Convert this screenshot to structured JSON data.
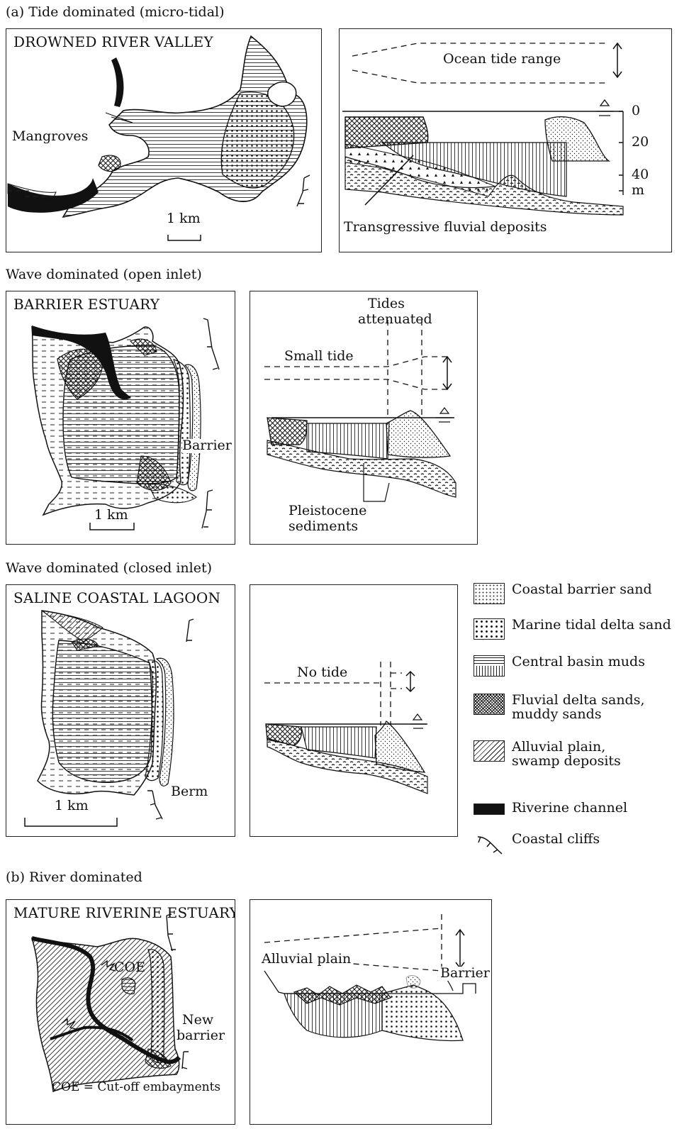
{
  "sections": {
    "tide": "(a) Tide dominated (micro-tidal)",
    "wave_open": "Wave dominated (open inlet)",
    "wave_closed": "Wave dominated (closed inlet)",
    "river": "(b) River dominated"
  },
  "maps": {
    "drowned": {
      "title": "DROWNED RIVER VALLEY",
      "mangroves": "Mangroves",
      "scale": "1 km"
    },
    "barrier": {
      "title": "BARRIER ESTUARY",
      "barrier": "Barrier",
      "scale": "1 km"
    },
    "lagoon": {
      "title": "SALINE COASTAL LAGOON",
      "berm": "Berm",
      "scale": "1 km"
    },
    "riverine": {
      "title": "MATURE RIVERINE ESTUARY",
      "coe": "COE",
      "new_barrier_1": "New",
      "new_barrier_2": "barrier",
      "footnote": "COE = Cut-off embayments"
    }
  },
  "sections_x": {
    "tide": {
      "ocean": "Ocean tide range",
      "depth": [
        "0",
        "20",
        "40",
        "m"
      ],
      "fluvial": "Transgressive fluvial deposits"
    },
    "open": {
      "tides_1": "Tides",
      "tides_2": "attenuated",
      "small": "Small tide",
      "pleist_1": "Pleistocene",
      "pleist_2": "sediments"
    },
    "closed": {
      "no_tide": "No tide"
    },
    "river": {
      "alluvial": "Alluvial plain",
      "barrier": "Barrier"
    }
  },
  "legend": [
    {
      "name": "coastal-barrier-sand",
      "text": "Coastal barrier sand"
    },
    {
      "name": "marine-tidal-delta-sand",
      "text": "Marine tidal delta sand"
    },
    {
      "name": "central-basin-muds",
      "text": "Central basin muds"
    },
    {
      "name": "fluvial-delta-sands",
      "text": "Fluvial delta sands,",
      "text2": "muddy sands"
    },
    {
      "name": "alluvial-plain",
      "text": "Alluvial plain,",
      "text2": "swamp deposits"
    },
    {
      "name": "riverine-channel",
      "text": "Riverine channel"
    },
    {
      "name": "coastal-cliffs",
      "text": "Coastal cliffs"
    }
  ]
}
